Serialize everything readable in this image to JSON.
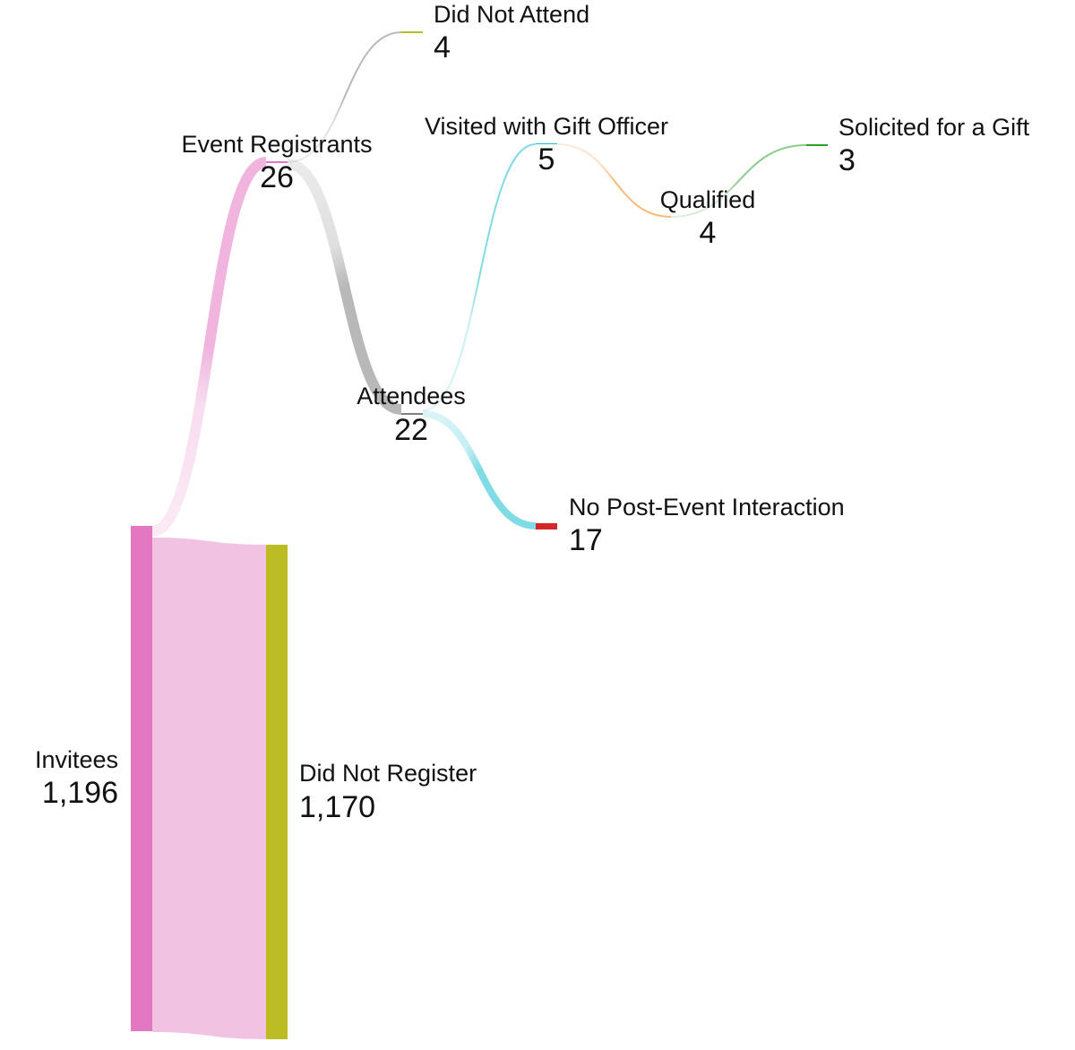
{
  "diagram": {
    "type": "sankey",
    "nodes": [
      {
        "id": "invitees",
        "name": "Invitees",
        "value": 1196,
        "value_label": "1,196",
        "color": "#e377c2"
      },
      {
        "id": "did_not_register",
        "name": "Did Not Register",
        "value": 1170,
        "value_label": "1,170",
        "color": "#bcbd22"
      },
      {
        "id": "event_registrants",
        "name": "Event Registrants",
        "value": 26,
        "value_label": "26",
        "color": "#e377c2"
      },
      {
        "id": "did_not_attend",
        "name": "Did Not Attend",
        "value": 4,
        "value_label": "4",
        "color": "#bcbd22"
      },
      {
        "id": "attendees",
        "name": "Attendees",
        "value": 22,
        "value_label": "22",
        "color": "#7f7f7f"
      },
      {
        "id": "visited_with_gift_officer",
        "name": "Visited with Gift Officer",
        "value": 5,
        "value_label": "5",
        "color": "#17becf"
      },
      {
        "id": "no_post_event_interaction",
        "name": "No Post-Event Interaction",
        "value": 17,
        "value_label": "17",
        "color": "#d62728"
      },
      {
        "id": "qualified",
        "name": "Qualified",
        "value": 4,
        "value_label": "4",
        "color": "#ff7f0e"
      },
      {
        "id": "solicited_for_a_gift",
        "name": "Solicited for a Gift",
        "value": 3,
        "value_label": "3",
        "color": "#2ca02c"
      }
    ],
    "links": [
      {
        "source": "invitees",
        "target": "event_registrants",
        "value": 26,
        "color": "#e377c2"
      },
      {
        "source": "invitees",
        "target": "did_not_register",
        "value": 1170,
        "color": "#e377c2"
      },
      {
        "source": "event_registrants",
        "target": "did_not_attend",
        "value": 4,
        "color": "#7f7f7f"
      },
      {
        "source": "event_registrants",
        "target": "attendees",
        "value": 22,
        "color": "#7f7f7f"
      },
      {
        "source": "attendees",
        "target": "visited_with_gift_officer",
        "value": 5,
        "color": "#17becf"
      },
      {
        "source": "attendees",
        "target": "no_post_event_interaction",
        "value": 17,
        "color": "#17becf"
      },
      {
        "source": "visited_with_gift_officer",
        "target": "qualified",
        "value": 4,
        "color": "#ff7f0e"
      },
      {
        "source": "qualified",
        "target": "solicited_for_a_gift",
        "value": 3,
        "color": "#2ca02c"
      }
    ]
  }
}
